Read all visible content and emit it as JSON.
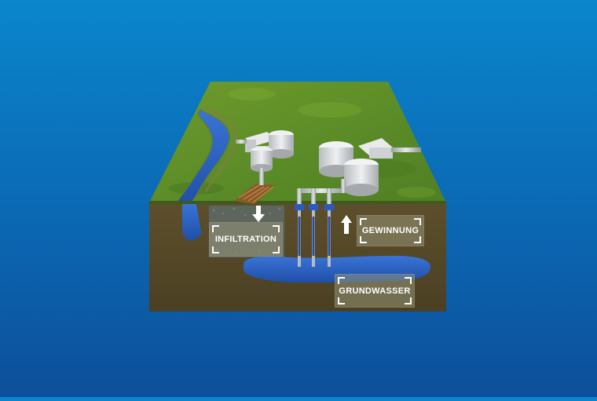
{
  "labels": {
    "infiltration": "INFILTRATION",
    "gewinnung": "GEWINNUNG",
    "grundwasser": "GRUNDWASSER"
  },
  "colors": {
    "background_top": "#0a86cc",
    "background_bottom": "#0c4f9a",
    "grass": "#5f8f2a",
    "soil": "#5a4d2a",
    "water": "#2f63c6"
  },
  "icons": [
    "arrow-down-icon",
    "arrow-up-icon"
  ]
}
